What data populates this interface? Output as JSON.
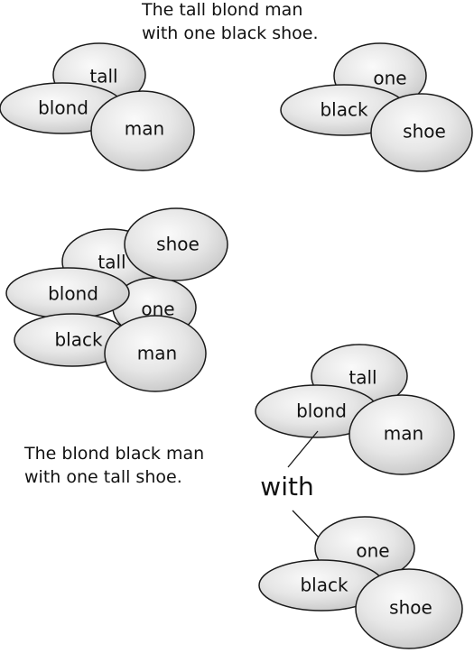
{
  "captions": {
    "top": [
      "The tall blond man",
      "with one black shoe."
    ],
    "bottom": [
      "The blond black man",
      "with one tall shoe."
    ]
  },
  "connector_word": "with",
  "clusters": {
    "top_left": {
      "tall": "tall",
      "blond": "blond",
      "man": "man"
    },
    "top_right": {
      "one": "one",
      "black": "black",
      "shoe": "shoe"
    },
    "mixed": {
      "shoe": "shoe",
      "tall": "tall",
      "one": "one",
      "blond": "blond",
      "black": "black",
      "man": "man"
    },
    "lower_man": {
      "tall": "tall",
      "blond": "blond",
      "man": "man"
    },
    "lower_shoe": {
      "one": "one",
      "black": "black",
      "shoe": "shoe"
    }
  },
  "colors": {
    "bubble_light": "#fafafa",
    "bubble_dark": "#c8c8c8",
    "outline": "#1a1a1a",
    "text": "#111111"
  }
}
